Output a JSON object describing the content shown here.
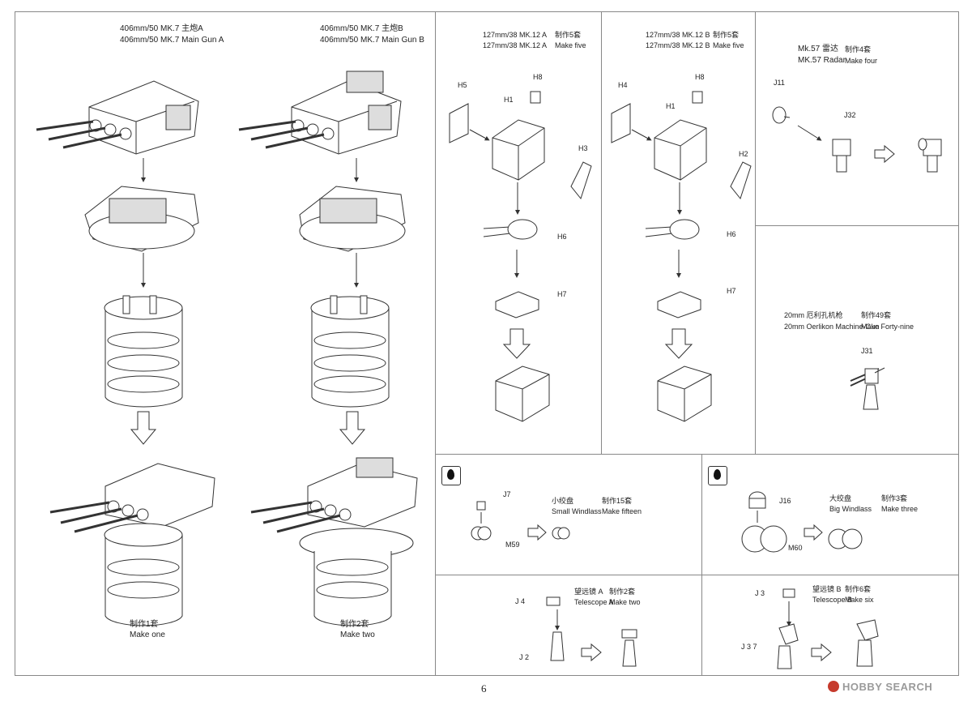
{
  "page": {
    "number": "6",
    "watermark": "HOBBY SEARCH"
  },
  "main_gun_a": {
    "title_cn": "406mm/50 MK.7 主炮A",
    "title_en": "406mm/50 MK.7 Main Gun A",
    "qty_cn": "制作1套",
    "qty_en": "Make one"
  },
  "main_gun_b": {
    "title_cn": "406mm/50 MK.7 主炮B",
    "title_en": "406mm/50 MK.7 Main Gun B",
    "qty_cn": "制作2套",
    "qty_en": "Make two"
  },
  "secondary_a": {
    "title_1": "127mm/38 MK.12 A",
    "title_2": "127mm/38 MK.12 A",
    "qty_cn": "制作5套",
    "qty_en": "Make five",
    "parts": [
      "H5",
      "H8",
      "H1",
      "H3",
      "H6",
      "H7"
    ]
  },
  "secondary_b": {
    "title_1": "127mm/38 MK.12 B",
    "title_2": "127mm/38 MK.12 B",
    "qty_cn": "制作5套",
    "qty_en": "Make five",
    "parts": [
      "H4",
      "H8",
      "H1",
      "H2",
      "H6",
      "H7"
    ]
  },
  "radar": {
    "title_cn": "Mk.57 雷达",
    "title_en": "MK.57 Radar",
    "qty_cn": "制作4套",
    "qty_en": "Make four",
    "parts": [
      "J11",
      "J32"
    ]
  },
  "oerlikon": {
    "title_cn": "20mm 厄利孔机枪",
    "title_en": "20mm Oerlikon Machine-Gun",
    "qty_cn": "制作49套",
    "qty_en": "Make Forty-nine",
    "parts": [
      "J31"
    ]
  },
  "small_windlass": {
    "title_cn": "小绞盘",
    "title_en": "Small Windlass",
    "qty_cn": "制作15套",
    "qty_en": "Make fifteen",
    "parts": [
      "J7",
      "M59"
    ]
  },
  "big_windlass": {
    "title_cn": "大绞盘",
    "title_en": "Big Windlass",
    "qty_cn": "制作3套",
    "qty_en": "Make three",
    "parts": [
      "J16",
      "M60"
    ]
  },
  "telescope_a": {
    "title_cn": "望远镜 A",
    "title_en": "Telescope A",
    "qty_cn": "制作2套",
    "qty_en": "Make two",
    "parts": [
      "J 4",
      "J 2"
    ]
  },
  "telescope_b": {
    "title_cn": "望远镜 B",
    "title_en": "Telescope B",
    "qty_cn": "制作6套",
    "qty_en": "Make six",
    "parts": [
      "J 3",
      "J 3 7"
    ]
  }
}
